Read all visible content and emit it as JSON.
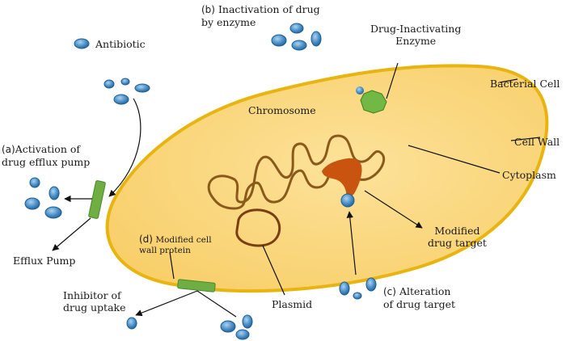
{
  "labels": {
    "antibiotic": "Antibiotic",
    "b_marker": "(b)",
    "b_line1": "Inactivation of drug",
    "b_line2": "by enzyme",
    "enzyme_line1": "Drug-Inactivating",
    "enzyme_line2": "Enzyme",
    "bacterial_cell": "Bacterial Cell",
    "cell_wall": "Cell Wall",
    "cytoplasm": "Cytoplasm",
    "chromosome": "Chromosome",
    "a_marker": "(a)",
    "a_line1": "Activation of",
    "a_line2": "drug efflux pump",
    "efflux_pump": "Efflux Pump",
    "d_marker": "(d)",
    "d_line1": "Modified cell",
    "d_line2": "wall protein",
    "modified_target_line1": "Modified",
    "modified_target_line2": "drug target",
    "inhibitor_line1": "Inhibitor of",
    "inhibitor_line2": "drug uptake",
    "plasmid": "Plasmid",
    "c_marker": "(c)",
    "c_line1": "Alteration",
    "c_line2": "of drug target"
  },
  "colors": {
    "cell_fill": "#fbd77f",
    "cell_wall": "#e8b40f",
    "pump": "#6fae42",
    "enzyme": "#71b844",
    "target": "#c9540f",
    "chromosome": "#8a5a1a",
    "plasmid": "#7a3e12",
    "drug": "#4f92c8"
  }
}
